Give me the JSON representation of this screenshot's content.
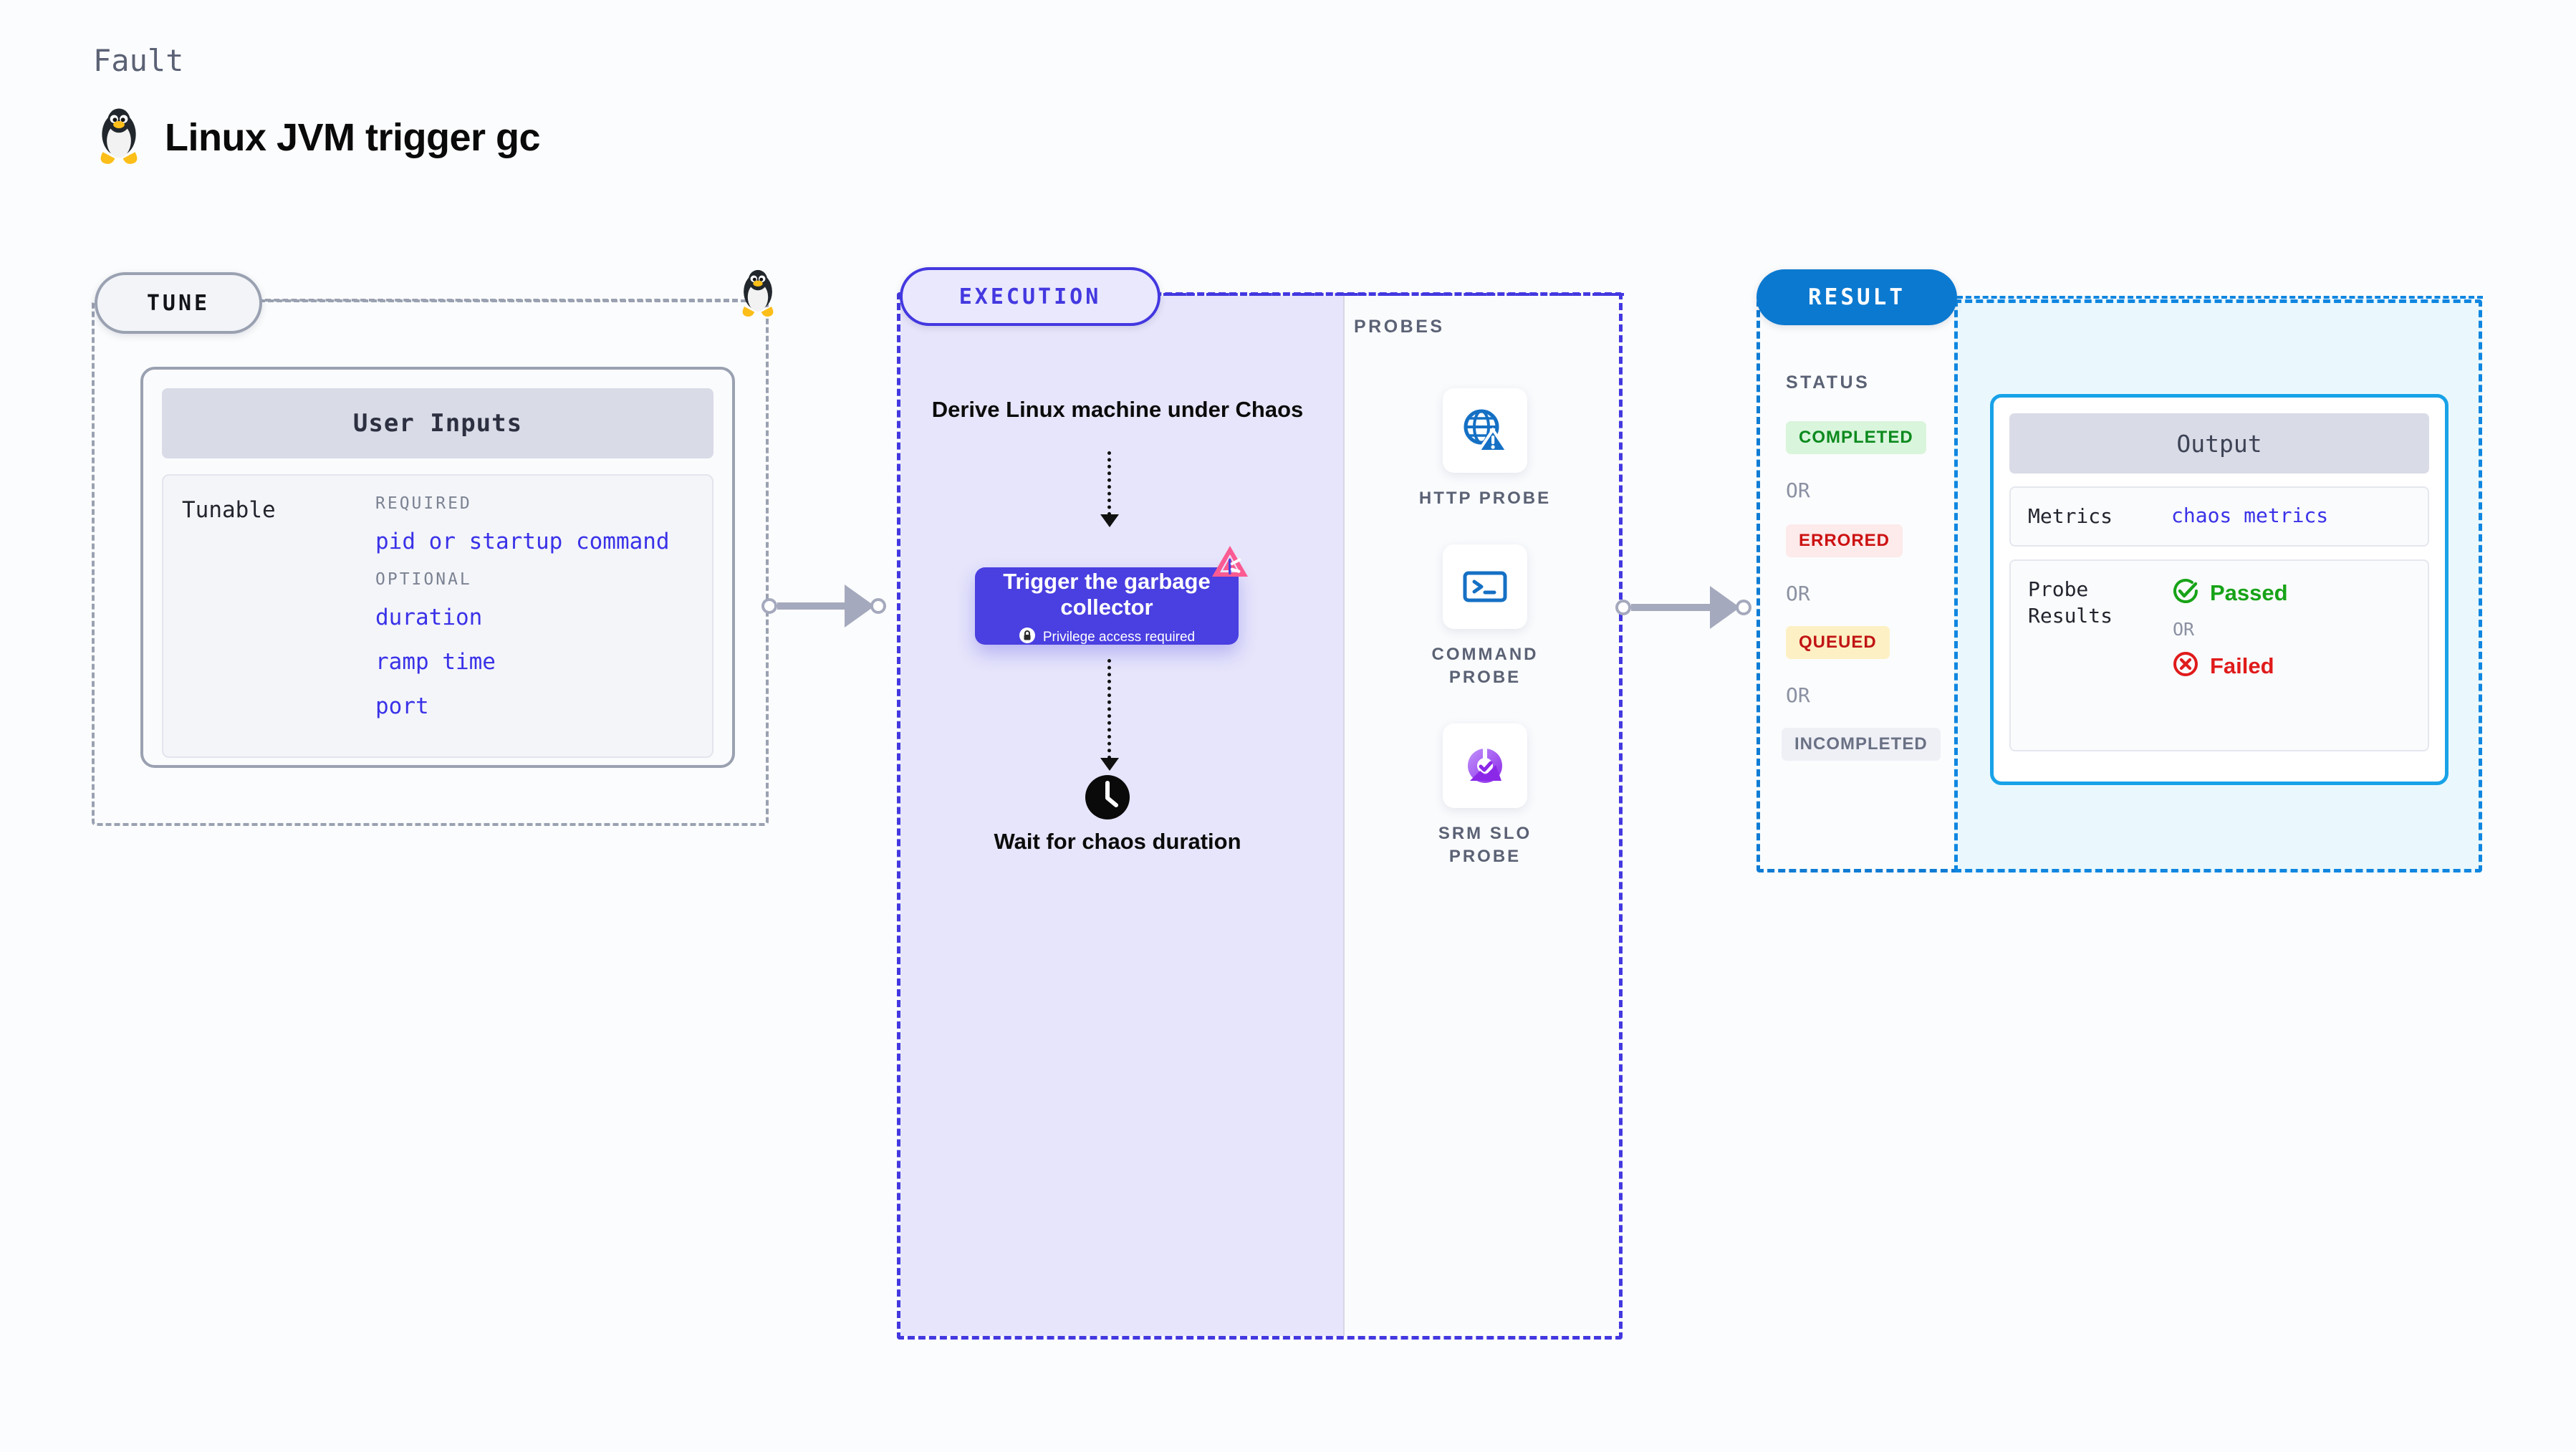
{
  "header": {
    "eyebrow": "Fault",
    "title": "Linux JVM trigger gc",
    "icon": "linux-penguin-icon"
  },
  "tune": {
    "label": "TUNE",
    "card_title": "User Inputs",
    "tunable_word": "Tunable",
    "groups": [
      {
        "heading": "REQUIRED",
        "items": [
          "pid or startup command"
        ]
      },
      {
        "heading": "OPTIONAL",
        "items": [
          "duration",
          "ramp time",
          "port"
        ]
      }
    ],
    "corner_icon": "linux-penguin-icon"
  },
  "execution": {
    "label": "EXECUTION",
    "step_derive": "Derive Linux machine under Chaos",
    "action": {
      "title": "Trigger the garbage collector",
      "note": "Privilege access required",
      "note_icon": "lock-icon",
      "badge_icon": "chaos-logo-icon",
      "color": "#4a3fe0"
    },
    "step_wait": "Wait for chaos duration",
    "wait_icon": "clock-icon"
  },
  "probes": {
    "title": "PROBES",
    "items": [
      {
        "label": "HTTP PROBE",
        "icon": "globe-warning-icon"
      },
      {
        "label": "COMMAND PROBE",
        "icon": "terminal-icon"
      },
      {
        "label": "SRM SLO PROBE",
        "icon": "slo-gauge-icon"
      }
    ]
  },
  "result": {
    "label": "RESULT",
    "status_title": "STATUS",
    "or_text": "OR",
    "statuses": [
      {
        "text": "COMPLETED",
        "bg": "#d9f5dc",
        "fg": "#0d8a1e"
      },
      {
        "text": "ERRORED",
        "bg": "#fdeaea",
        "fg": "#cc1212"
      },
      {
        "text": "QUEUED",
        "bg": "#fdf0c4",
        "fg": "#c11515"
      },
      {
        "text": "INCOMPLETED",
        "bg": "#eff0f6",
        "fg": "#6a7185"
      }
    ]
  },
  "output": {
    "card_title": "Output",
    "metrics_key": "Metrics",
    "metrics_value": "chaos metrics",
    "probe_results_key": "Probe Results",
    "passed": "Passed",
    "failed": "Failed",
    "or_text": "OR",
    "passed_icon": "check-circle-icon",
    "failed_icon": "x-circle-icon"
  }
}
